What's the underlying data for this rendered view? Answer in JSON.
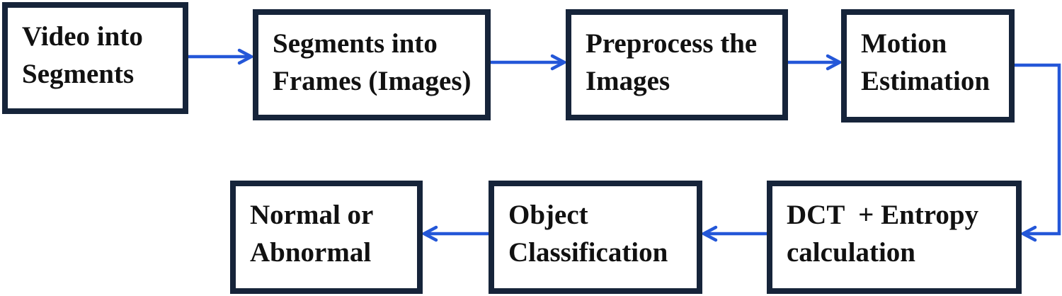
{
  "colors": {
    "box_border": "#16243a",
    "arrow": "#2457d8",
    "text": "#111111",
    "background": "#ffffff"
  },
  "diagram": {
    "type": "flowchart",
    "nodes": [
      {
        "id": "video-into-segments",
        "label": "Video into\nSegments"
      },
      {
        "id": "segments-into-frames",
        "label": "Segments into\nFrames (Images)"
      },
      {
        "id": "preprocess-images",
        "label": "Preprocess the\nImages"
      },
      {
        "id": "motion-estimation",
        "label": "Motion\nEstimation"
      },
      {
        "id": "dct-entropy",
        "label": "DCT  + Entropy\ncalculation"
      },
      {
        "id": "object-classification",
        "label": "Object\nClassification"
      },
      {
        "id": "normal-abnormal",
        "label": "Normal or\nAbnormal"
      }
    ],
    "edges": [
      {
        "from": "video-into-segments",
        "to": "segments-into-frames"
      },
      {
        "from": "segments-into-frames",
        "to": "preprocess-images"
      },
      {
        "from": "preprocess-images",
        "to": "motion-estimation"
      },
      {
        "from": "motion-estimation",
        "to": "dct-entropy"
      },
      {
        "from": "dct-entropy",
        "to": "object-classification"
      },
      {
        "from": "object-classification",
        "to": "normal-abnormal"
      }
    ]
  }
}
